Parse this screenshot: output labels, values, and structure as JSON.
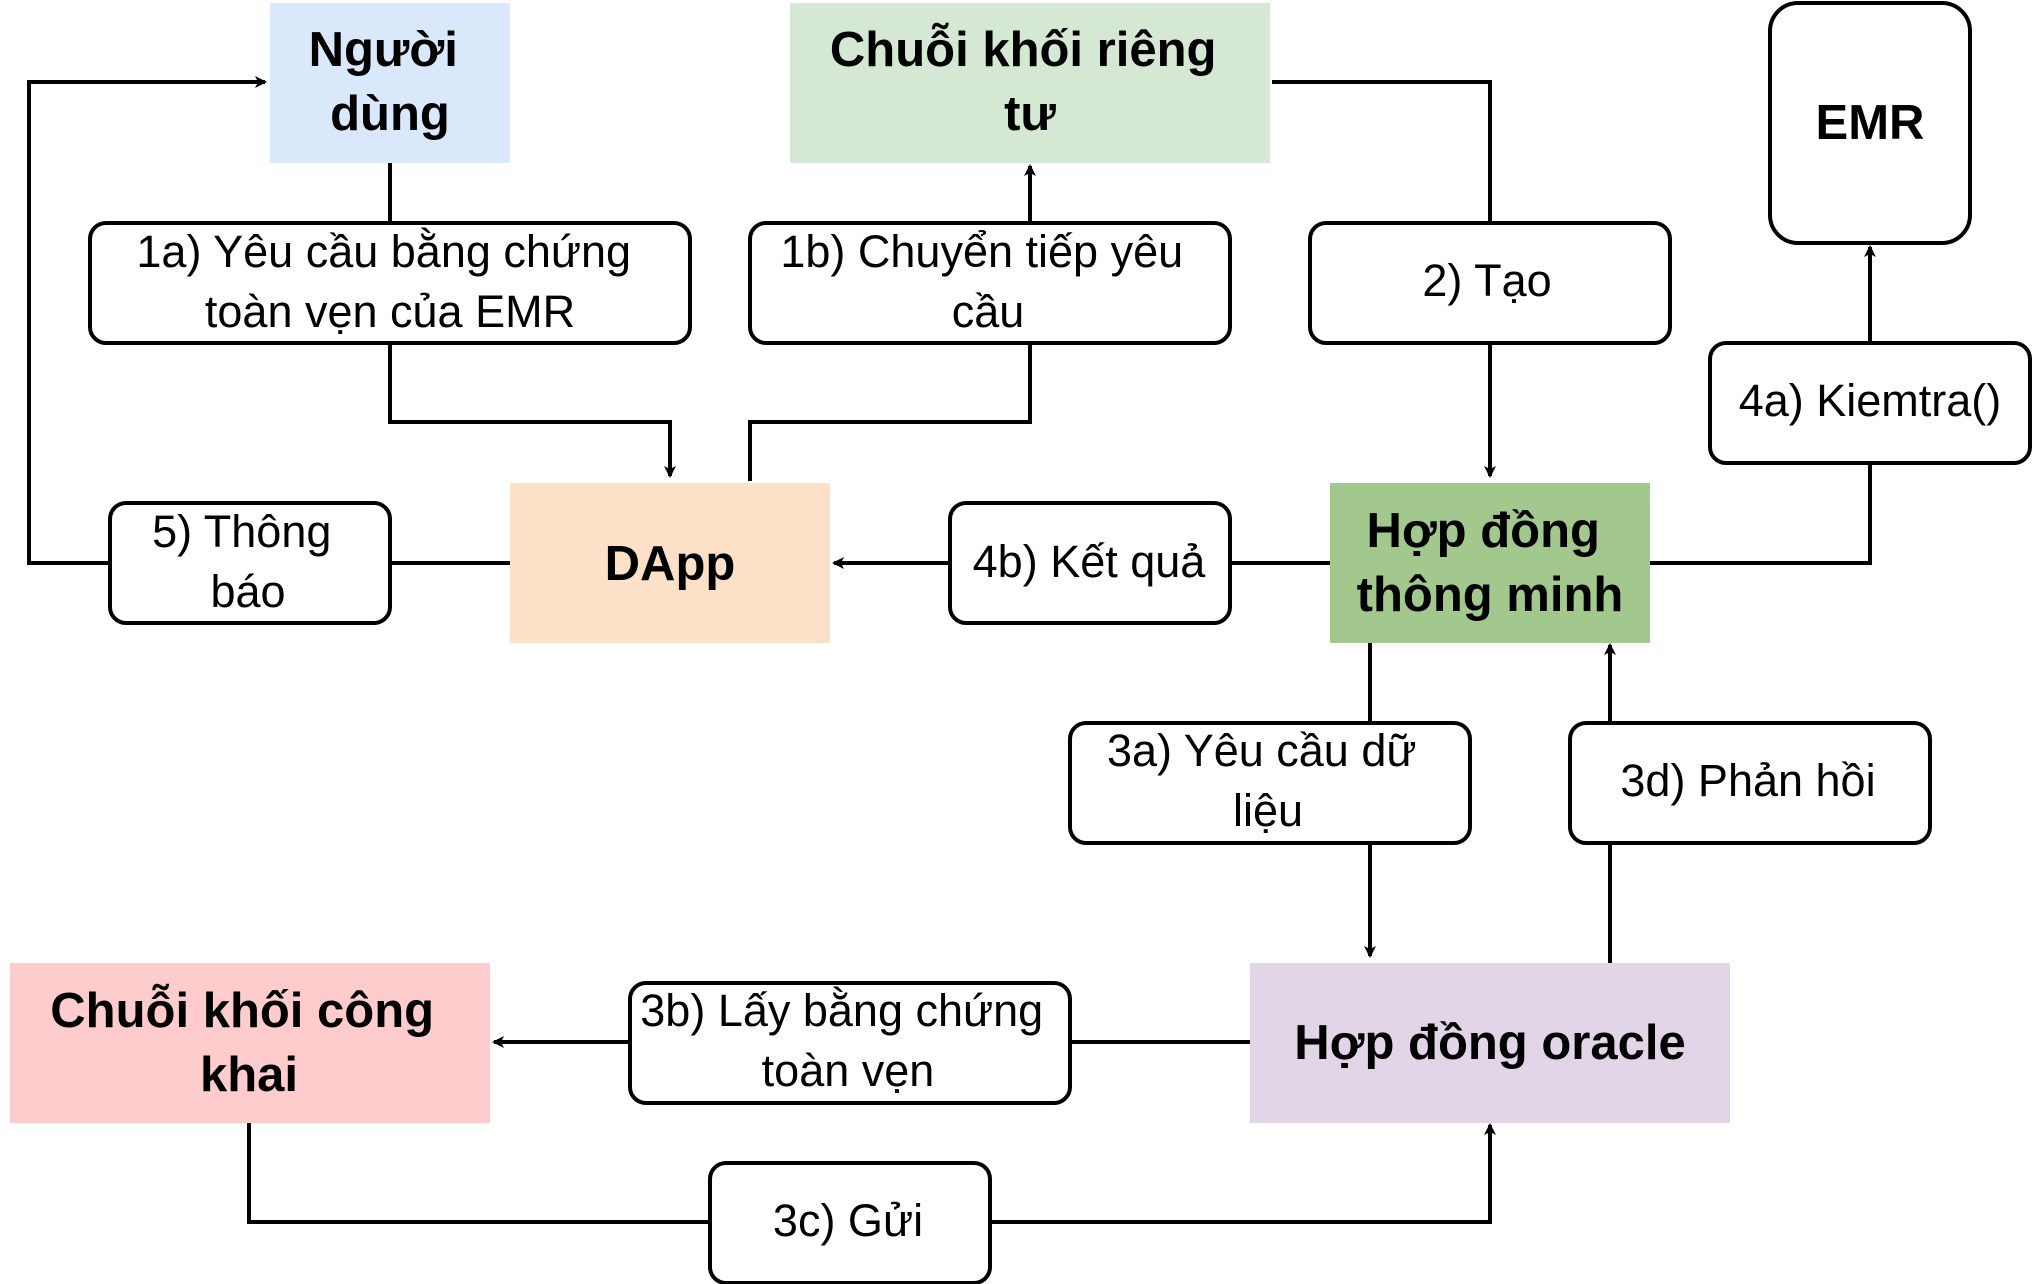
{
  "colors": {
    "user_fill": "#dae8fc",
    "private_chain_fill": "#d5e8d4",
    "emr_fill": "#ffffff",
    "dapp_fill": "#fce0c8",
    "smart_contract_fill": "#a3c88d",
    "public_chain_fill": "#fecccc",
    "oracle_fill": "#e1d5e7",
    "line": "#000000"
  },
  "nodes": {
    "user": {
      "lines": [
        "Người",
        "dùng"
      ]
    },
    "private_chain": {
      "lines": [
        "Chuỗi khối riêng",
        "tư"
      ]
    },
    "emr": {
      "lines": [
        "EMR"
      ]
    },
    "dapp": {
      "lines": [
        "DApp"
      ]
    },
    "smart_contract": {
      "lines": [
        "Hợp đồng",
        "thông minh"
      ]
    },
    "public_chain": {
      "lines": [
        "Chuỗi khối công",
        "khai"
      ]
    },
    "oracle_contract": {
      "lines": [
        "Hợp đồng oracle"
      ]
    }
  },
  "edge_labels": {
    "e1a": {
      "lines": [
        "1a) Yêu cầu bằng chứng",
        "toàn vẹn của EMR"
      ]
    },
    "e1b": {
      "lines": [
        "1b) Chuyển tiếp yêu",
        "cầu"
      ]
    },
    "e2": {
      "lines": [
        "2) Tạo"
      ]
    },
    "e4a": {
      "lines": [
        "4a) Kiemtra()"
      ]
    },
    "e5": {
      "lines": [
        "5) Thông",
        "báo"
      ]
    },
    "e4b": {
      "lines": [
        "4b) Kết quả"
      ]
    },
    "e3a": {
      "lines": [
        "3a) Yêu cầu dữ",
        "liệu"
      ]
    },
    "e3d": {
      "lines": [
        "3d) Phản hồi"
      ]
    },
    "e3b": {
      "lines": [
        "3b) Lấy bằng chứng",
        "toàn vẹn"
      ]
    },
    "e3c": {
      "lines": [
        "3c) Gửi"
      ]
    }
  }
}
